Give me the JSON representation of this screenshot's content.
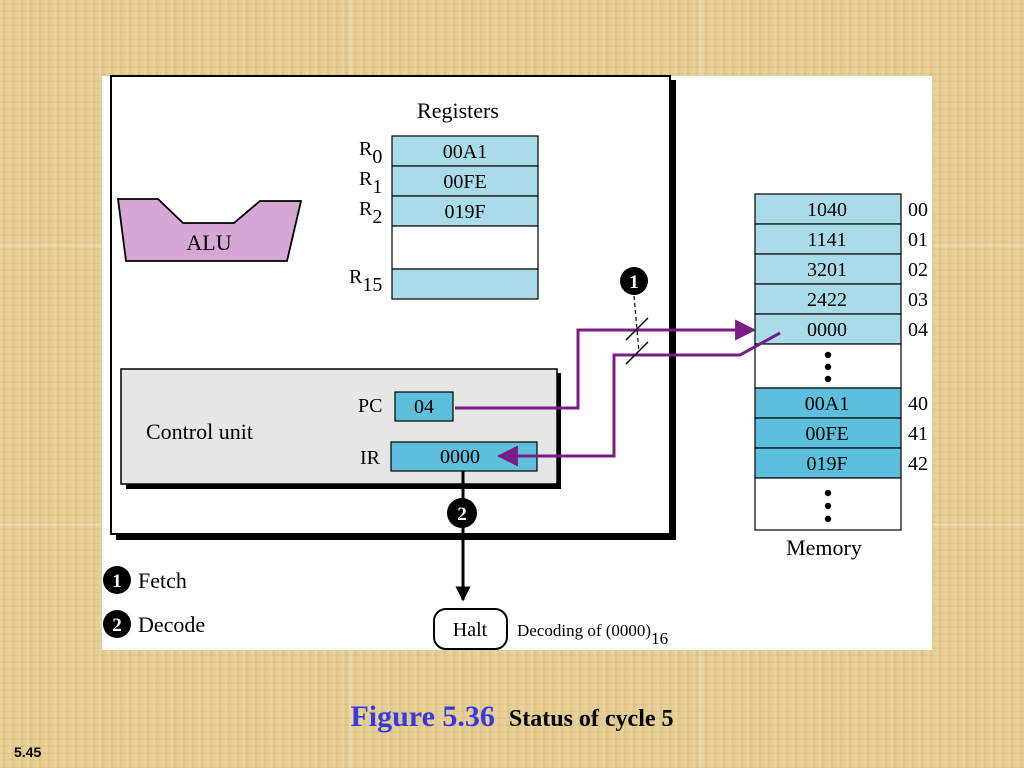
{
  "registers": {
    "title": "Registers",
    "rows": [
      {
        "label": "R",
        "sub": "0",
        "value": "00A1"
      },
      {
        "label": "R",
        "sub": "1",
        "value": "00FE"
      },
      {
        "label": "R",
        "sub": "2",
        "value": "019F"
      },
      {
        "label": "",
        "sub": "",
        "value": ""
      },
      {
        "label": "R",
        "sub": "15",
        "value": ""
      }
    ]
  },
  "alu": {
    "label": "ALU"
  },
  "control_unit": {
    "label": "Control unit",
    "pc": {
      "label": "PC",
      "value": "04"
    },
    "ir": {
      "label": "IR",
      "value": "0000"
    }
  },
  "memory": {
    "title": "Memory",
    "cells": [
      {
        "value": "1040",
        "address": "00"
      },
      {
        "value": "1141",
        "address": "01"
      },
      {
        "value": "3201",
        "address": "02"
      },
      {
        "value": "2422",
        "address": "03"
      },
      {
        "value": "0000",
        "address": "04"
      },
      {
        "value": "00A1",
        "address": "40"
      },
      {
        "value": "00FE",
        "address": "41"
      },
      {
        "value": "019F",
        "address": "42"
      }
    ]
  },
  "steps": [
    {
      "number": "1",
      "label": "Fetch"
    },
    {
      "number": "2",
      "label": "Decode"
    }
  ],
  "halt": {
    "label": "Halt",
    "note": "Decoding of (0000)",
    "note_sub": "16"
  },
  "caption": {
    "figure": "Figure 5.36",
    "title": "Status of cycle 5"
  },
  "slide_number": "5.45",
  "colors": {
    "register_fill": "#aadbe9",
    "memory_highlight": "#5ebfdc",
    "alu_fill": "#d6a7d5",
    "control_fill": "#e6e6e6",
    "arrow_purple": "#7b1c86",
    "figure_blue": "#3a3adc"
  }
}
